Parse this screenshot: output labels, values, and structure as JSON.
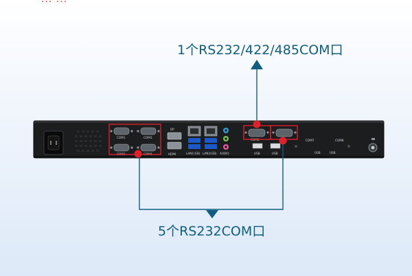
{
  "header": {
    "partial_text": "... ..."
  },
  "callouts": {
    "top": "1个RS232/422/485COM口",
    "bottom": "5个RS232COM口"
  },
  "port_labels": {
    "com1": "COM1",
    "com3": "COM3",
    "com2": "COM2",
    "com4": "COM4",
    "com6": "COM6",
    "com7": "COM7",
    "com8": "COM8",
    "dp": "DP",
    "hdmi": "HDMI",
    "lan1": "LAN1(GB)",
    "lan2": "LAN2(GB)",
    "audio": "AUDIO",
    "usb1": "USB",
    "usb2": "USB",
    "usb3": "USB",
    "usb4": "USB"
  },
  "colors": {
    "callout_text": "#0f5d80",
    "connector_line": "#0f5d80",
    "highlight": "#e0202a",
    "chassis": "#1c1d1f"
  }
}
